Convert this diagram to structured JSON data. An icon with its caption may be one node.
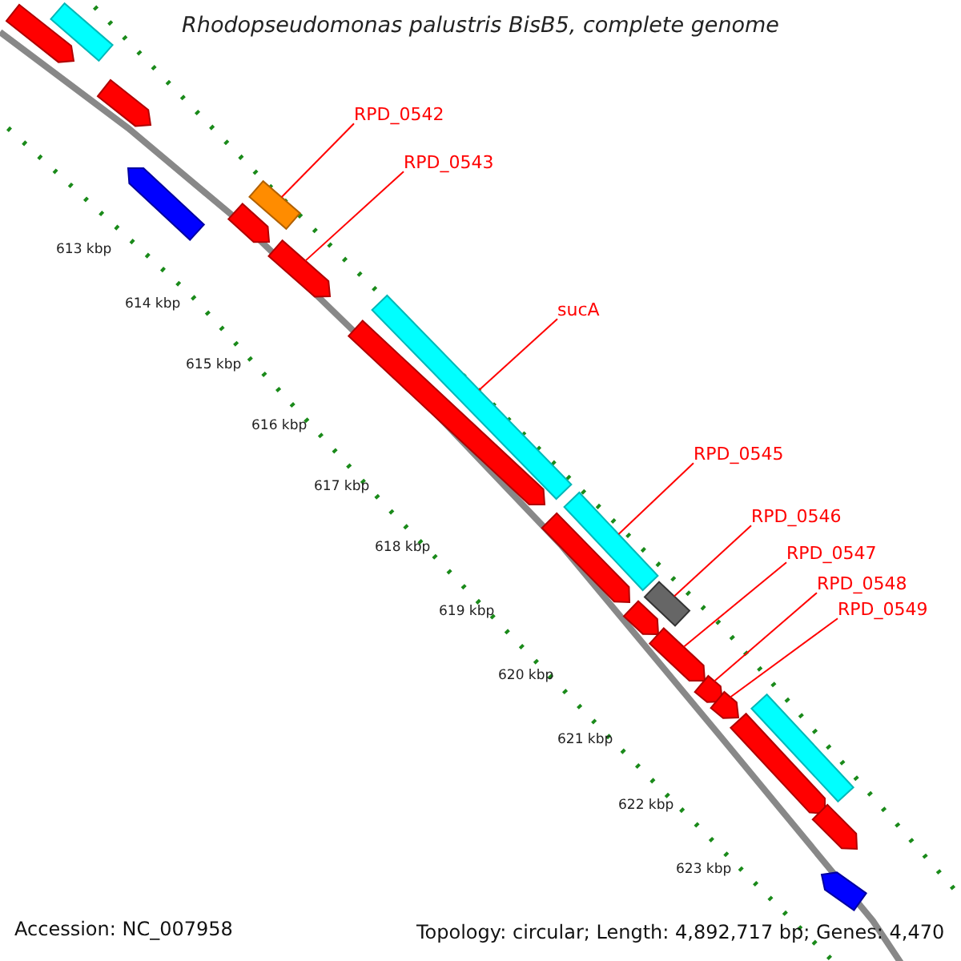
{
  "diagram": {
    "title": "Rhodopseudomonas palustris BisB5, complete genome",
    "nodes": [
      {
        "text": [
          "RPD_0542"
        ]
      },
      {
        "text": [
          "RPD_0543"
        ]
      },
      {
        "text": [
          "sucA"
        ]
      },
      {
        "text": [
          "RPD_0545"
        ]
      },
      {
        "text": [
          "RPD_0546"
        ]
      },
      {
        "text": [
          "RPD_0547"
        ]
      },
      {
        "text": [
          "RPD_0548"
        ]
      },
      {
        "text": [
          "RPD_0549"
        ]
      },
      {
        "text": [],
        "shape": "bar"
      },
      {
        "text": [],
        "shape": "pentagon"
      },
      {
        "text": [],
        "shape": "pentagon"
      },
      {
        "text": [],
        "shape": "pentagon"
      },
      {
        "text": [],
        "shape": "bar"
      },
      {
        "text": [],
        "shape": "pentagon"
      },
      {
        "text": [],
        "shape": "pentagon"
      },
      {
        "text": [],
        "shape": "bar"
      },
      {
        "text": [],
        "shape": "pentagon"
      },
      {
        "text": [],
        "shape": "bar"
      },
      {
        "text": [],
        "shape": "pentagon"
      },
      {
        "text": [],
        "shape": "bar"
      },
      {
        "text": [],
        "shape": "pentagon"
      },
      {
        "text": [],
        "shape": "pentagon"
      },
      {
        "text": [],
        "shape": "pentagon"
      },
      {
        "text": [],
        "shape": "pentagon"
      },
      {
        "text": [],
        "shape": "bar"
      },
      {
        "text": [],
        "shape": "pentagon"
      },
      {
        "text": [],
        "shape": "pentagon"
      },
      {
        "text": [],
        "shape": "pentagon"
      }
    ],
    "edges": [
      {
        "from": 0,
        "to": 12,
        "arrow": "none"
      },
      {
        "from": 1,
        "to": 14,
        "arrow": "none"
      },
      {
        "from": 2,
        "to": 15,
        "arrow": "none"
      },
      {
        "from": 3,
        "to": 17,
        "arrow": "none"
      },
      {
        "from": 4,
        "to": 19,
        "arrow": "none"
      },
      {
        "from": 5,
        "to": 21,
        "arrow": "none"
      },
      {
        "from": 6,
        "to": 22,
        "arrow": "none"
      },
      {
        "from": 7,
        "to": 23,
        "arrow": "none"
      }
    ],
    "labels": [
      "613 kbp",
      "614 kbp",
      "615 kbp",
      "616 kbp",
      "617 kbp",
      "618 kbp",
      "619 kbp",
      "620 kbp",
      "621 kbp",
      "622 kbp",
      "623 kbp",
      "Accession: NC_007958",
      "Topology: circular; Length: 4,892,717 bp; Genes: 4,470"
    ]
  }
}
